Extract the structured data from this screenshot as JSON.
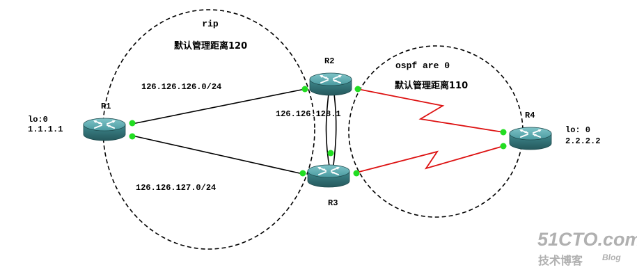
{
  "areas": {
    "rip": {
      "name": "rip",
      "distance": "默认管理距离120"
    },
    "ospf": {
      "name": "ospf are 0",
      "distance": "默认管理距离110"
    }
  },
  "routers": {
    "r1": {
      "label": "R1",
      "lo_label": "lo:0",
      "lo_ip": "1.1.1.1"
    },
    "r2": {
      "label": "R2"
    },
    "r3": {
      "label": "R3"
    },
    "r4": {
      "label": "R4",
      "lo_label": "lo: 0",
      "lo_ip": "2.2.2.2"
    }
  },
  "links": {
    "r1_r2": "126.126.126.0/24",
    "r1_r3": "126.126.127.0/24",
    "r2_r3": "126.126.128.1"
  },
  "watermark": {
    "brand": "51CTO.com",
    "sub": "技术博客",
    "blog": "Blog"
  },
  "colors": {
    "router_body": "#3f8a8f",
    "port_green": "#22dd22",
    "link_black": "#000000",
    "link_red": "#dd1111",
    "watermark": "#b0b0b0"
  }
}
